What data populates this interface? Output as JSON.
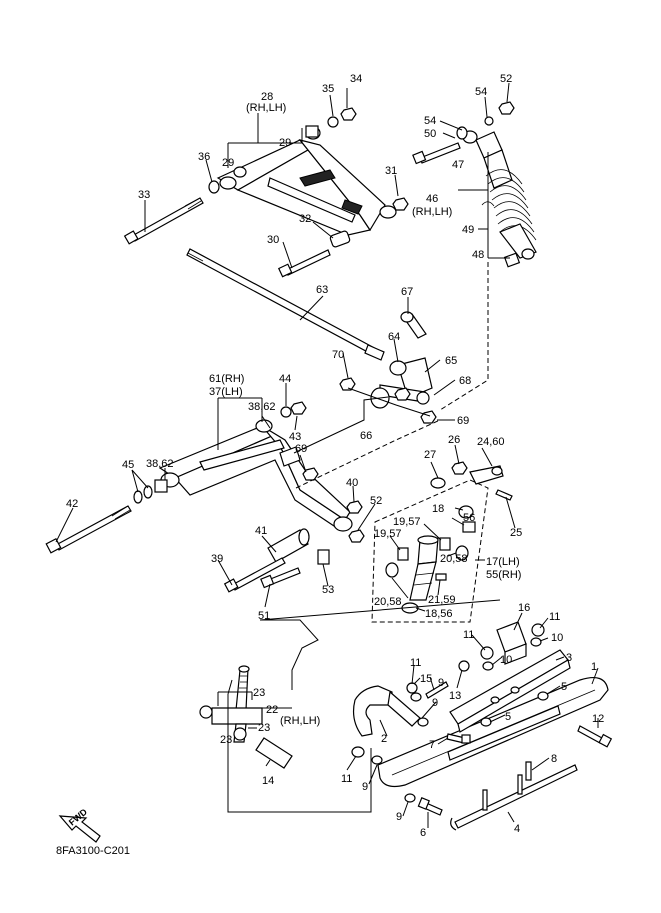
{
  "diagram": {
    "code": "8FA3100-C201",
    "fwd_label": "FWD",
    "callouts": [
      "1",
      "2",
      "3",
      "4",
      "5",
      "5",
      "6",
      "7",
      "8",
      "9",
      "9",
      "9",
      "9",
      "10",
      "10",
      "11",
      "11",
      "11",
      "11",
      "12",
      "13",
      "14",
      "15",
      "16",
      "17(LH)",
      "55(RH)",
      "18",
      "18,56",
      "19,57",
      "19,57",
      "20,58",
      "20,58",
      "21,59",
      "22",
      "(RH,LH)",
      "23",
      "23",
      "23",
      "24,60",
      "25",
      "26",
      "27",
      "28",
      "(RH,LH)",
      "29",
      "29",
      "30",
      "31",
      "32",
      "33",
      "34",
      "35",
      "36",
      "37(LH)",
      "38,62",
      "38,62",
      "39",
      "40",
      "41",
      "42",
      "43",
      "44",
      "45",
      "46",
      "(RH,LH)",
      "47",
      "48",
      "49",
      "50",
      "51",
      "52",
      "52",
      "53",
      "54",
      "54",
      "56",
      "61(RH)",
      "63",
      "64",
      "65",
      "66",
      "67",
      "68",
      "69",
      "69",
      "70"
    ]
  }
}
